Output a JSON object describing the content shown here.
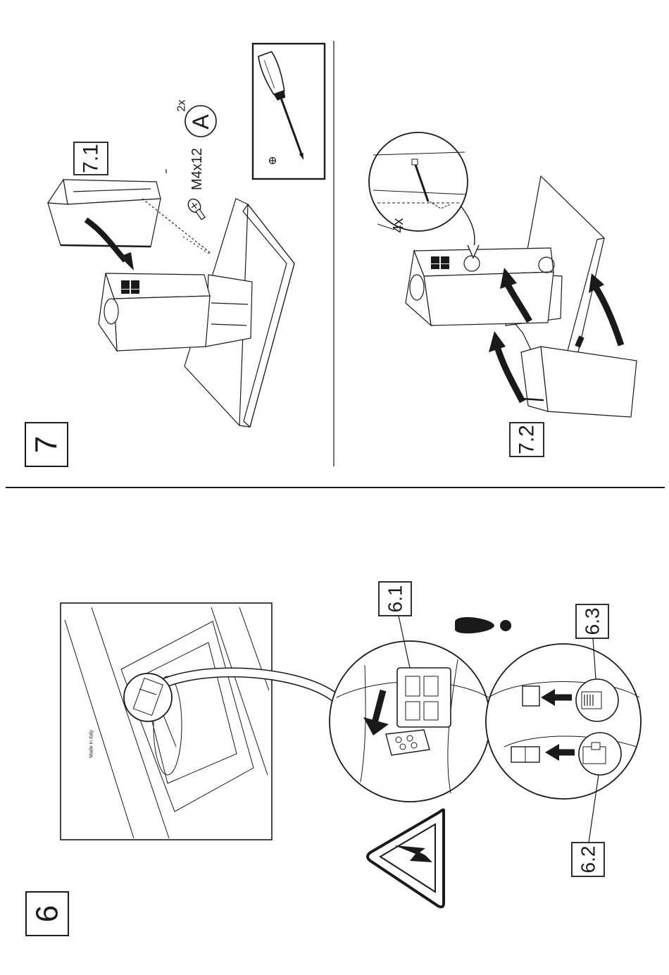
{
  "step7": {
    "number": "7",
    "sub1": "7.1",
    "sub2": "7.2",
    "screw_size": "M4x12",
    "screw_qty": "2x",
    "screw_letter": "A",
    "clip_qty": "4x"
  },
  "step6": {
    "number": "6",
    "sub1": "6.1",
    "sub2": "6.2",
    "sub3": "6.3",
    "panel_text": "Made in Italy"
  },
  "colors": {
    "ink": "#1a1a1a",
    "paper": "#ffffff"
  },
  "icons": [
    "screwdriver-icon",
    "phillips-icon",
    "warning-electric-icon",
    "important-icon",
    "arrow-icon"
  ]
}
